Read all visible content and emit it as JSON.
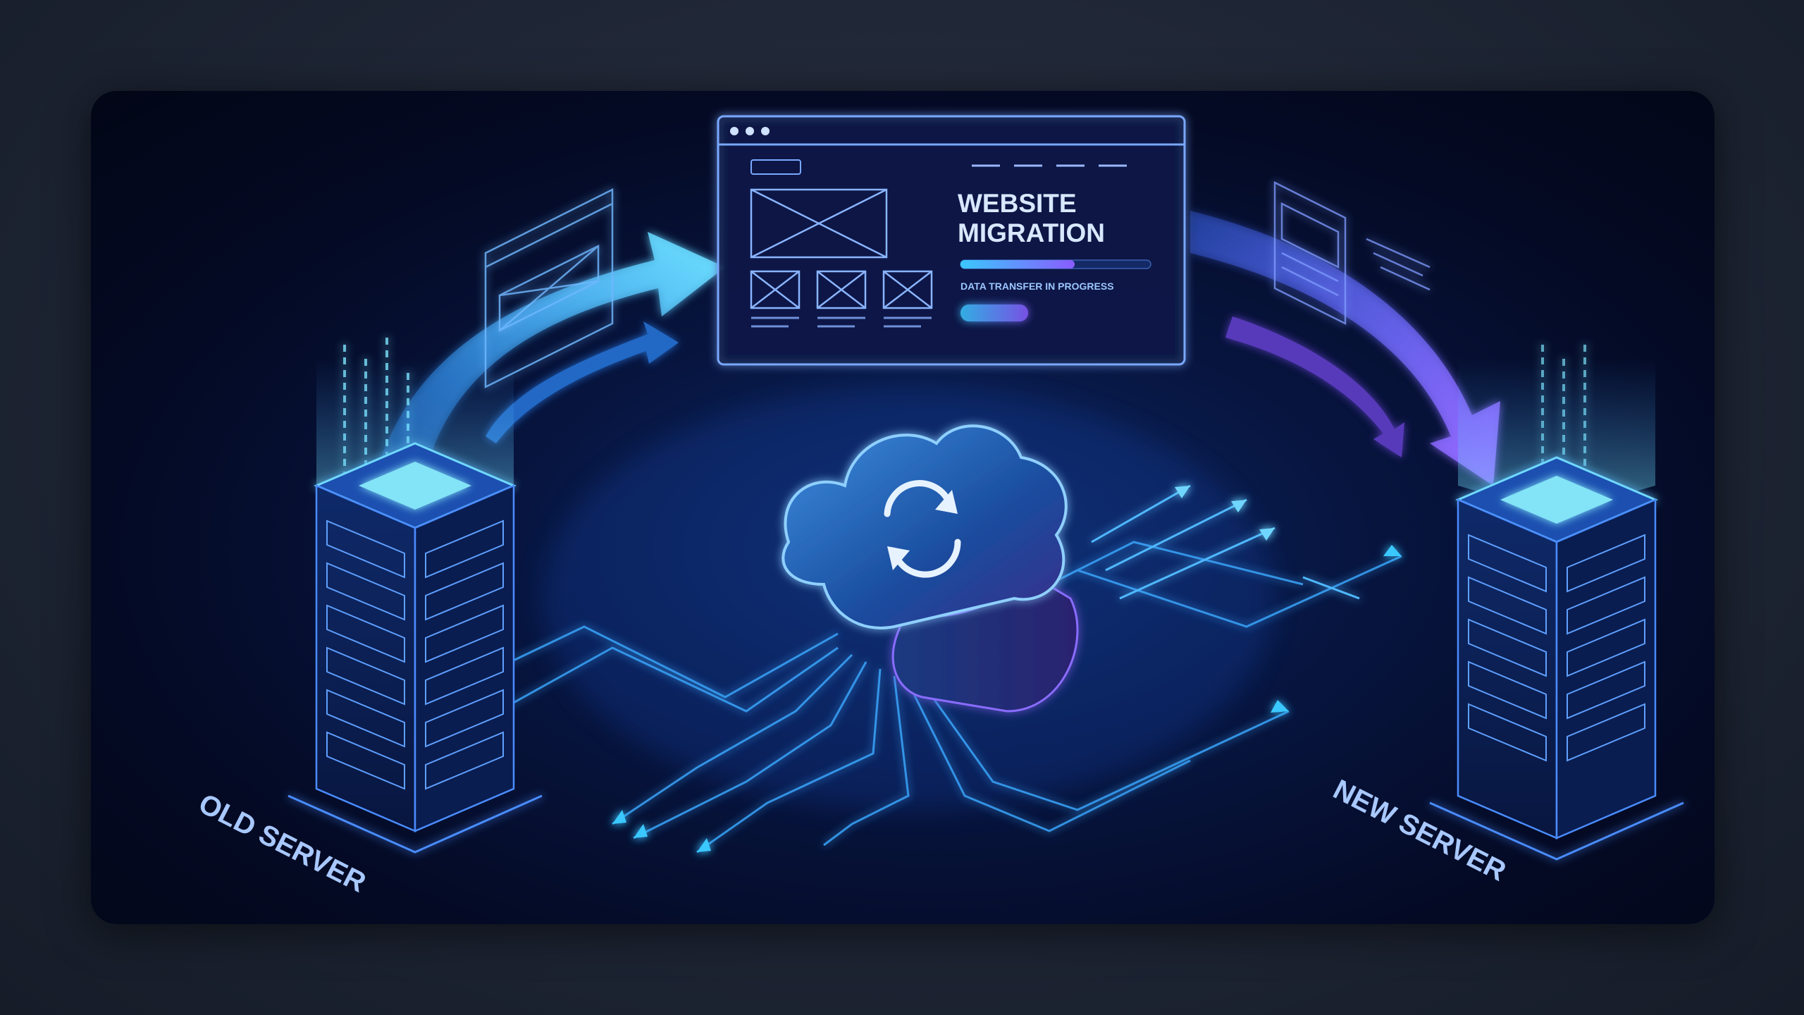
{
  "browser_window": {
    "title_line1": "WEBSITE",
    "title_line2": "MIGRATION",
    "status": "DATA TRANSFER IN PROGRESS",
    "progress": 0.6
  },
  "servers": {
    "old": "OLD SERVER",
    "new": "NEW SERVER"
  },
  "colors": {
    "glow_cyan": "#4fe0ff",
    "line_blue": "#3aa8ff",
    "accent_purple": "#8a5cff",
    "card_bg": "#040a24"
  },
  "icons": [
    "browser-window-icon",
    "cloud-sync-icon",
    "server-rack-icon",
    "wireframe-page-icon"
  ]
}
